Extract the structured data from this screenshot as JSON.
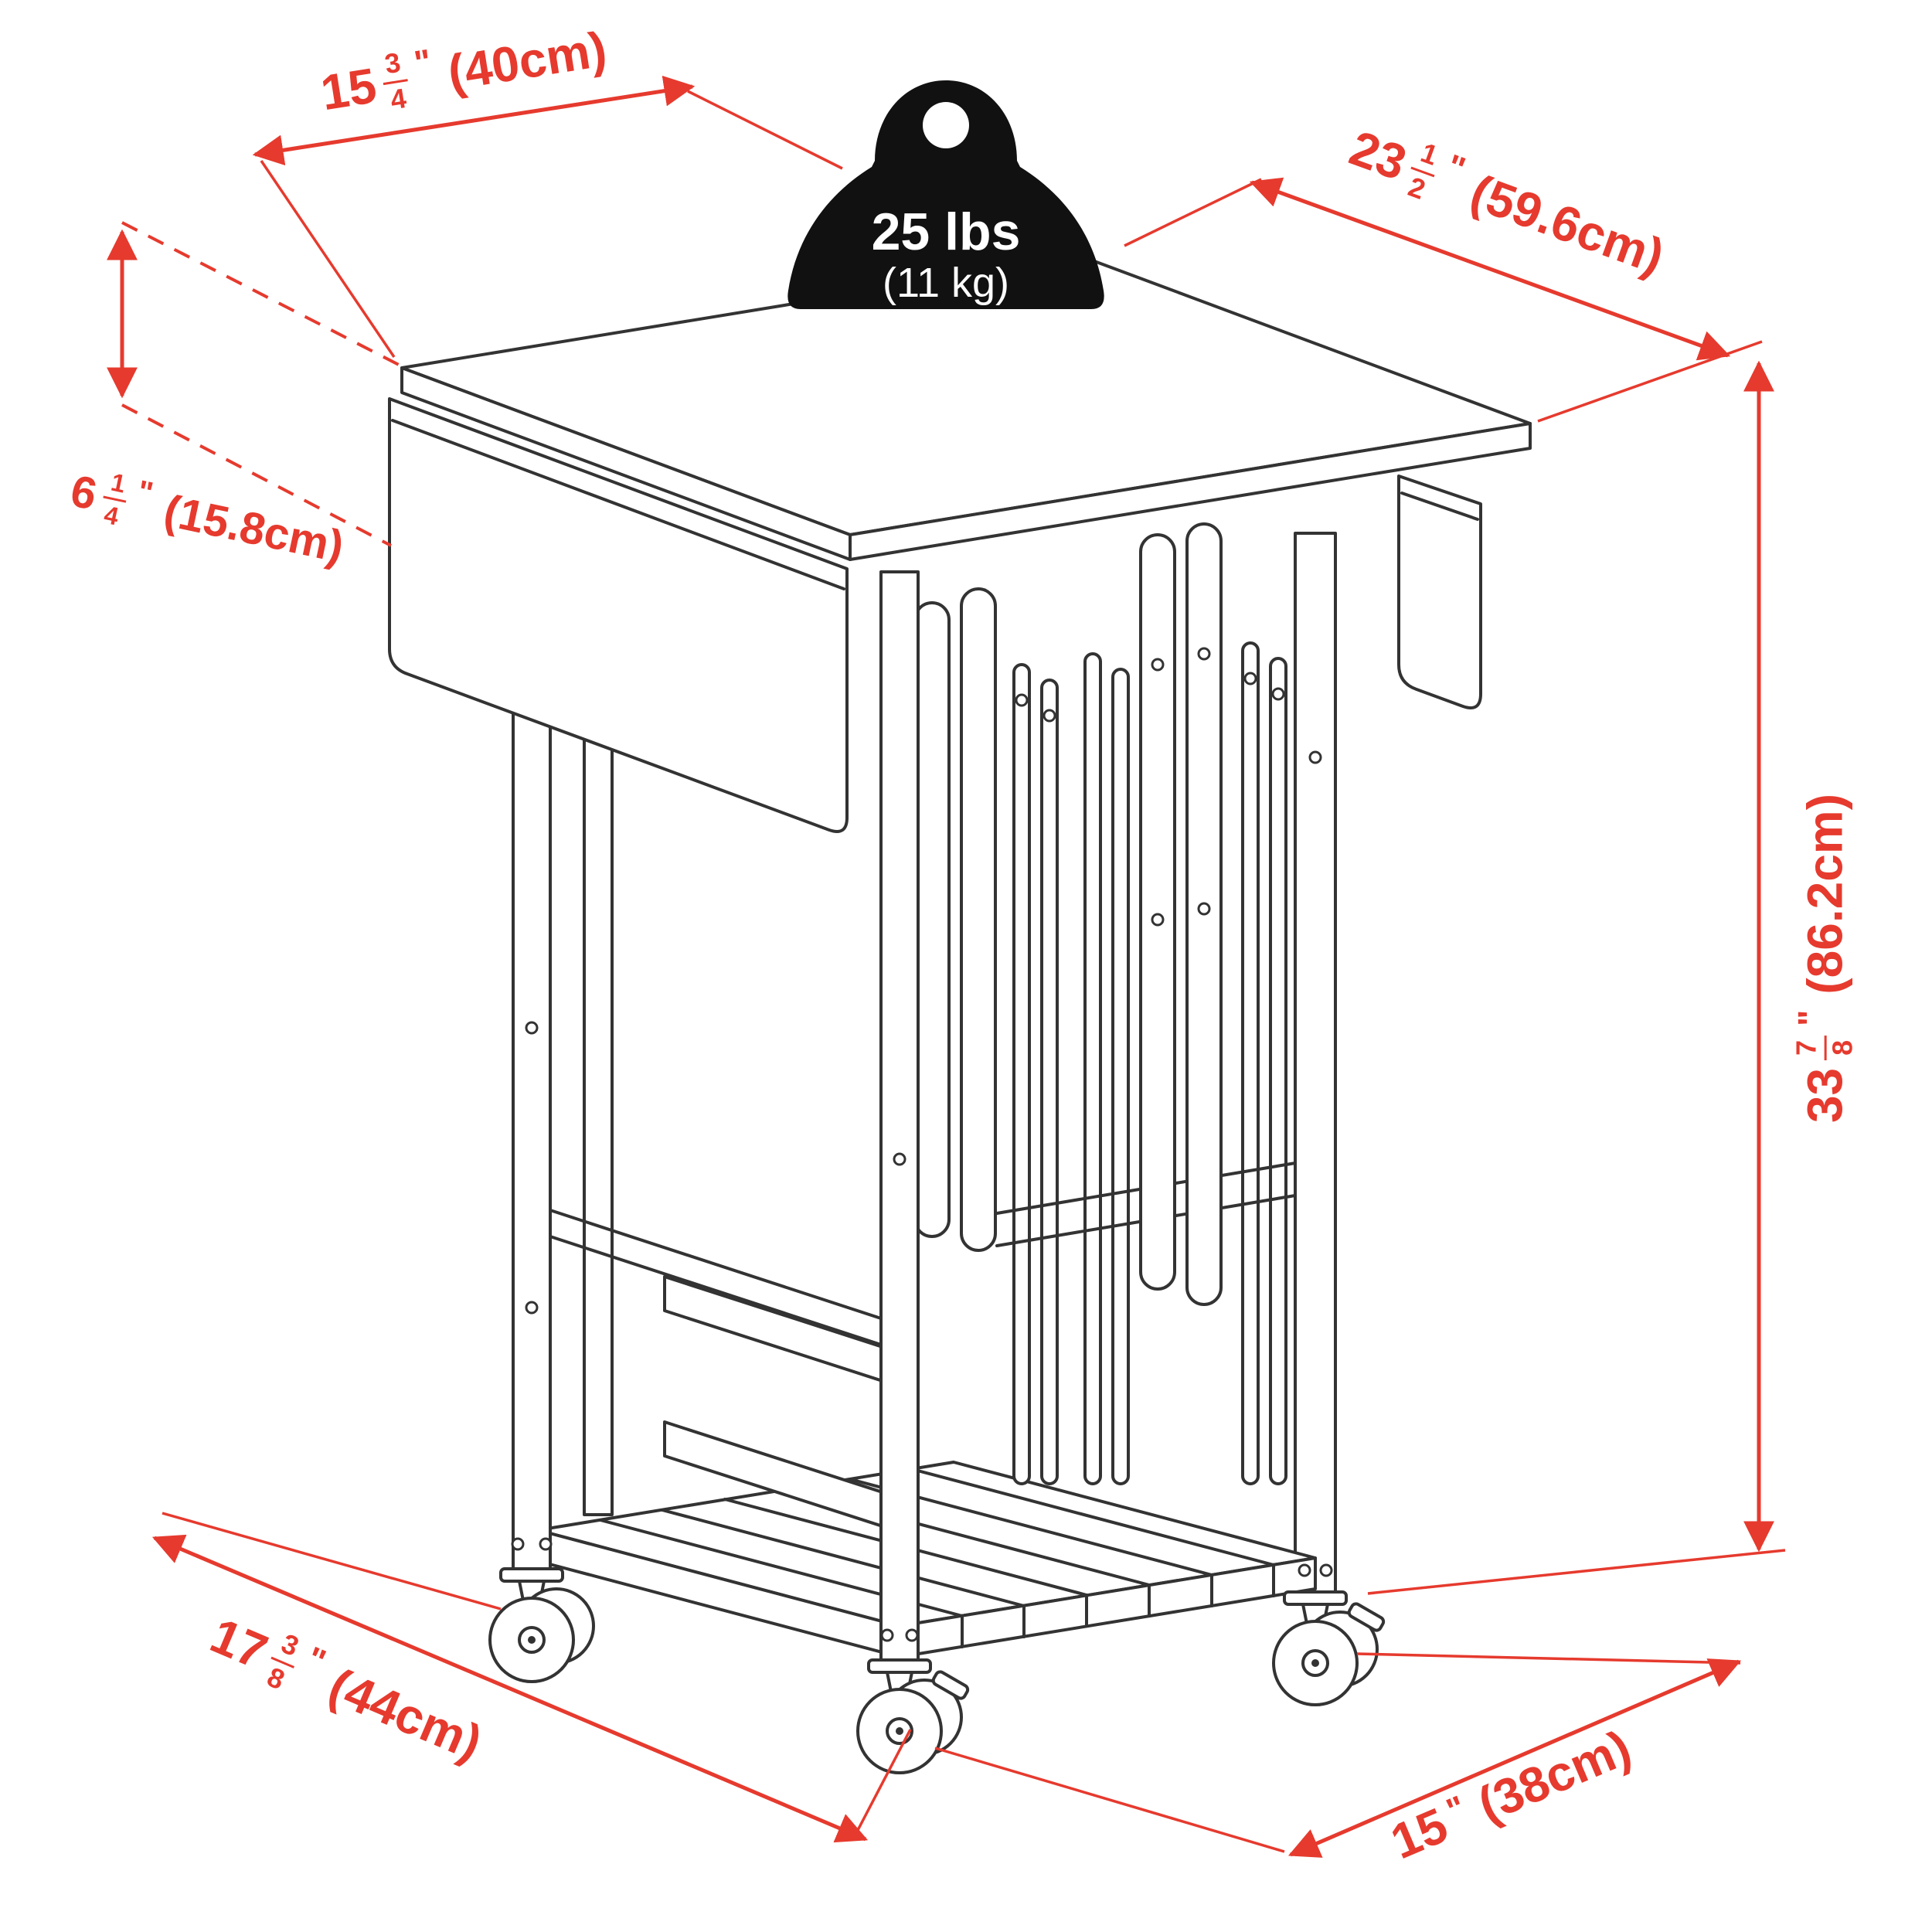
{
  "diagram": {
    "weight": {
      "lbs": "25 lbs",
      "kg": "(11 kg)"
    },
    "dims": {
      "top_width": {
        "whole": "15",
        "num": "3",
        "den": "4",
        "mark": "\"",
        "metric": "(40cm)"
      },
      "top_depth": {
        "whole": "23",
        "num": "1",
        "den": "2",
        "mark": "\"",
        "metric": "(59.6cm)"
      },
      "leaf_drop": {
        "whole": "6",
        "num": "1",
        "den": "4",
        "mark": "\"",
        "metric": "(15.8cm)"
      },
      "height": {
        "whole": "33",
        "num": "7",
        "den": "8",
        "mark": "\"",
        "metric": "(86.2cm)"
      },
      "base_depth": {
        "whole": "17",
        "num": "3",
        "den": "8",
        "mark": "\"",
        "metric": "(44cm)"
      },
      "base_width": {
        "whole": "15",
        "mark": "\"",
        "metric": "(38cm)"
      }
    },
    "colors": {
      "dimension_red": "#e63a2e",
      "line": "#333333",
      "weight_black": "#111111"
    }
  }
}
